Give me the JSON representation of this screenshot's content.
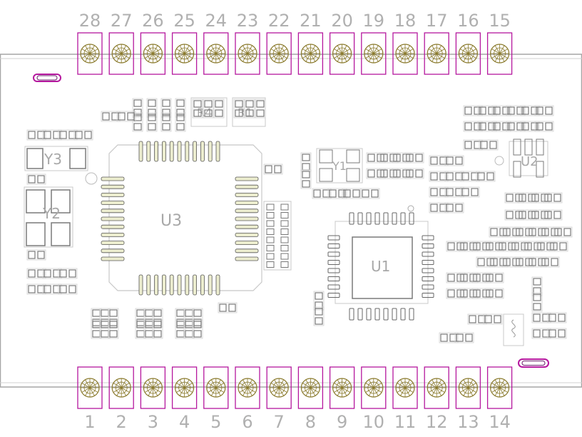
{
  "board": {
    "top_header_pins": [
      "28",
      "27",
      "26",
      "25",
      "24",
      "23",
      "22",
      "21",
      "20",
      "19",
      "18",
      "17",
      "16",
      "15"
    ],
    "bottom_header_pins": [
      "1",
      "2",
      "3",
      "4",
      "5",
      "6",
      "7",
      "8",
      "9",
      "10",
      "11",
      "12",
      "13",
      "14"
    ],
    "designators": {
      "u3": "U3",
      "u1": "U1",
      "u2": "U2",
      "y1": "Y1",
      "y2": "Y2",
      "y3": "Y3",
      "r4": "R4",
      "r1": "R1"
    }
  },
  "colors": {
    "background": "#ffffff",
    "outline": "#a6a6a6",
    "header_pad": "#b5179e",
    "header_drill": "#8a7a2c",
    "smd_pad": "#7a7a7a",
    "ic_pin_fill": "#ecedcf"
  }
}
